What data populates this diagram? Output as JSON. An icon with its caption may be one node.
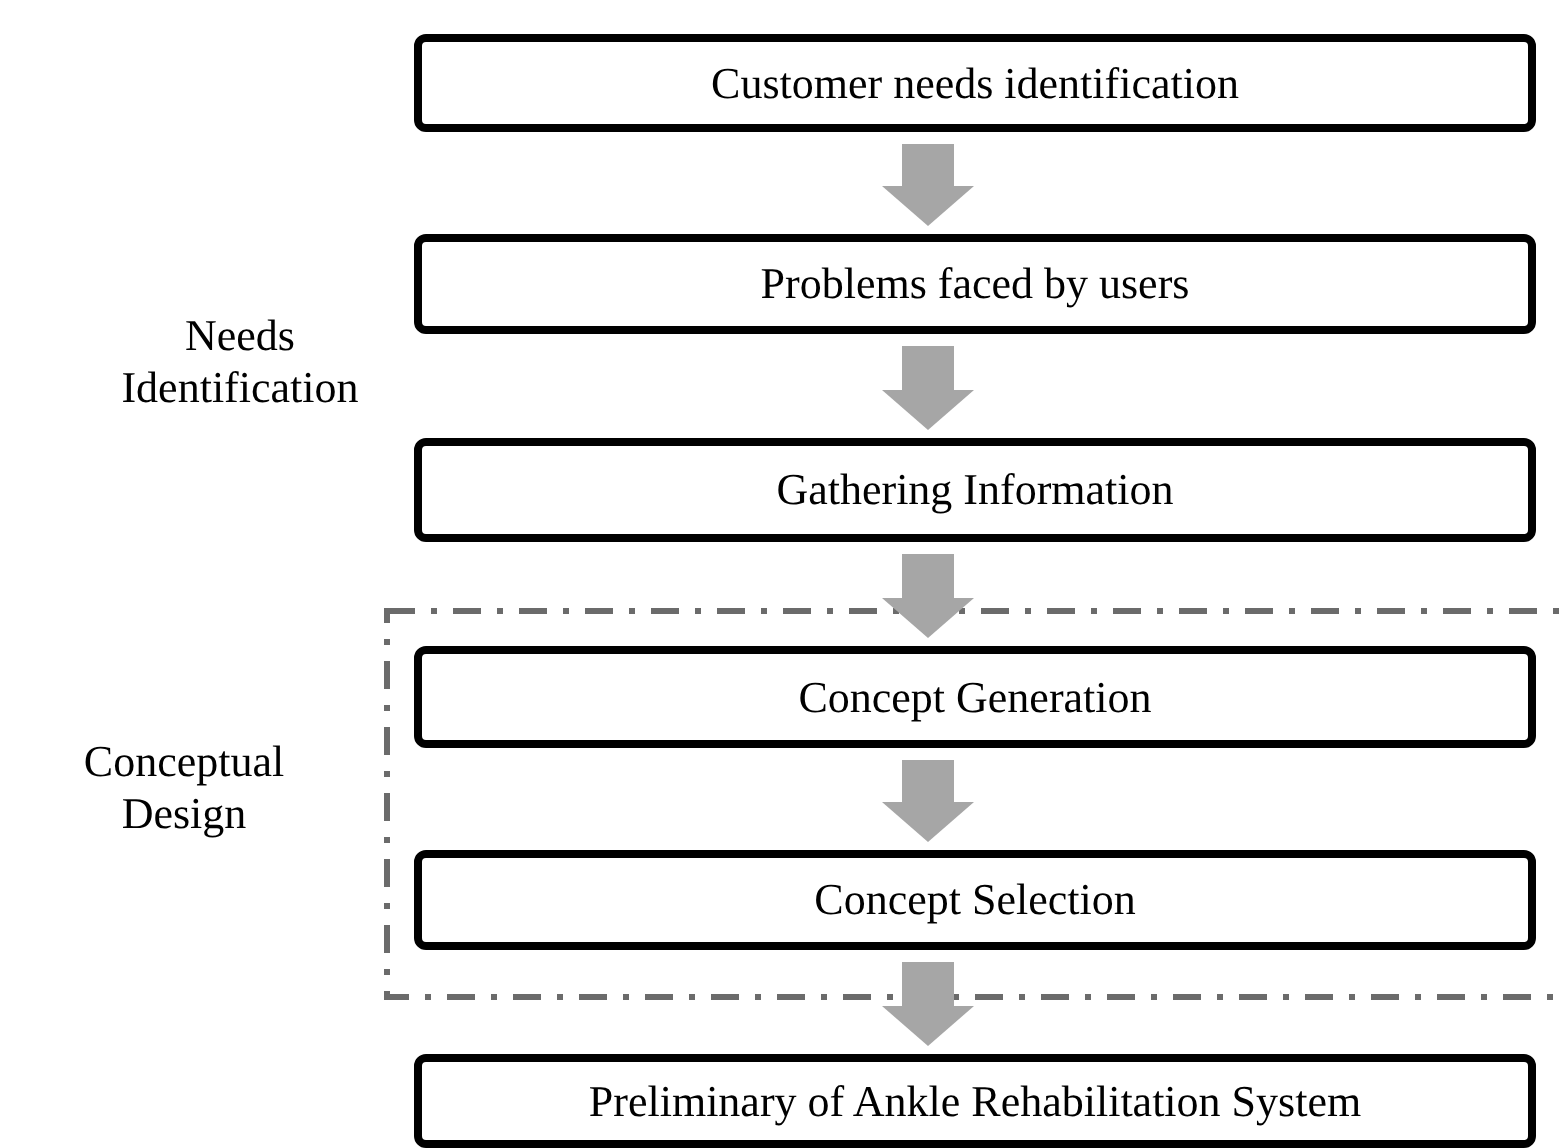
{
  "diagram": {
    "nodes": [
      {
        "text": [
          "Customer needs identification"
        ]
      },
      {
        "text": [
          "Problems faced by users"
        ]
      },
      {
        "text": [
          "Gathering Information"
        ]
      },
      {
        "text": [
          "Conceptual Design"
        ]
      },
      {
        "text": [
          "Concept Generation"
        ],
        "in": 3
      },
      {
        "text": [
          "Concept Selection"
        ],
        "in": 3
      },
      {
        "text": [
          "Preliminary of Ankle Rehabilitation System"
        ]
      }
    ],
    "edges": [
      {
        "from": 0,
        "to": 1,
        "arrow": "to"
      },
      {
        "from": 1,
        "to": 2,
        "arrow": "to"
      },
      {
        "from": 2,
        "to": 4,
        "arrow": "to"
      },
      {
        "from": 4,
        "to": 5,
        "arrow": "to"
      },
      {
        "from": 5,
        "to": 6,
        "arrow": "to"
      }
    ],
    "labels": [
      "Needs Identification"
    ]
  }
}
